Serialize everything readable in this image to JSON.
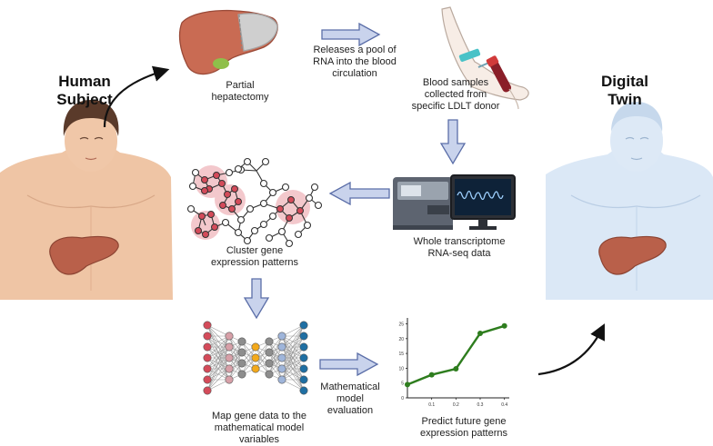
{
  "labels": {
    "human_subject": "Human\nSubject",
    "digital_twin": "Digital\nTwin",
    "partial_hepatectomy": "Partial\nhepatectomy",
    "releases_rna": "Releases a pool of\nRNA into the blood\ncirculation",
    "blood_samples": "Blood samples\ncollected from\nspecific LDLT donor",
    "whole_transcriptome": "Whole transcriptome\nRNA-seq data",
    "cluster_gene": "Cluster gene\nexpression patterns",
    "map_gene": "Map gene data to the\nmathematical model\nvariables",
    "math_eval": "Mathematical\nmodel\nevaluation",
    "predict_future": "Predict future gene\nexpression patterns"
  },
  "colors": {
    "arrow_fill": "#c9d3ec",
    "arrow_stroke": "#5b6ea8",
    "skin": "#efc5a5",
    "liver": "#b9604a",
    "twin": "#dbe8f6",
    "chart_line": "#2e7d1e",
    "node_red": "#d44b5a",
    "node_blue": "#1f6fa3",
    "node_orange": "#f3a91b"
  },
  "chart_data": {
    "type": "line",
    "x": [
      0.0,
      0.1,
      0.2,
      0.3,
      0.4
    ],
    "y": [
      4.5,
      7.8,
      9.8,
      21.8,
      24.3
    ],
    "xticks": [
      "0.1",
      "0.2",
      "0.3",
      "0.4"
    ],
    "yticks": [
      "0",
      "5",
      "10",
      "15",
      "20",
      "25"
    ],
    "xlim": [
      0,
      0.42
    ],
    "ylim": [
      0,
      27
    ],
    "grid": false
  }
}
